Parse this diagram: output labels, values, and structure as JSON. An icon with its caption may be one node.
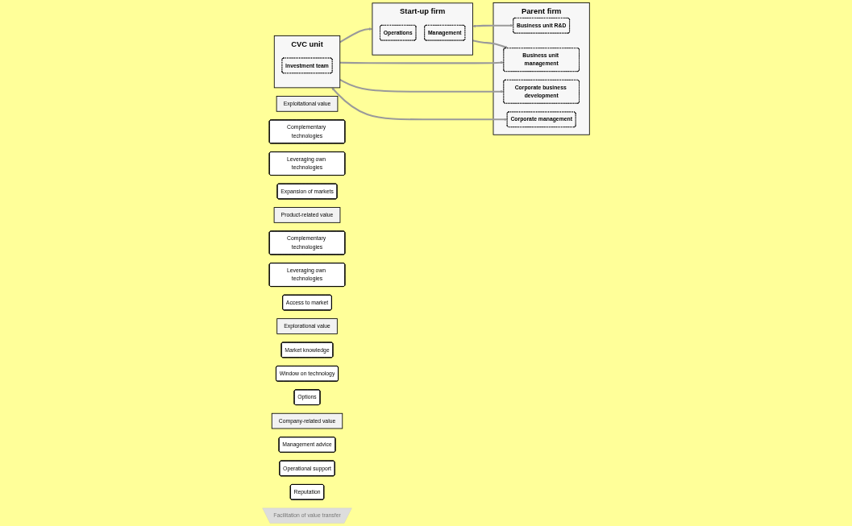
{
  "diagram": {
    "nodes": [
      {
        "text": [
          "Parent firm"
        ]
      },
      {
        "text": [
          "Business unit R&D"
        ],
        "in": 0
      },
      {
        "text": [
          "Business unit management"
        ],
        "in": 0
      },
      {
        "text": [
          "Corporate business development"
        ],
        "in": 0
      },
      {
        "text": [
          "Corporate management"
        ],
        "in": 0
      },
      {
        "text": [
          "Start-up firm"
        ]
      },
      {
        "text": [
          "Operations"
        ],
        "in": 5
      },
      {
        "text": [
          "Management"
        ],
        "in": 5
      },
      {
        "text": [
          "CVC unit"
        ]
      },
      {
        "text": [
          "Investment team"
        ],
        "in": 8
      },
      {
        "text": [
          "Exploitational value"
        ]
      },
      {
        "text": [
          "Complementary technologies"
        ]
      },
      {
        "text": [
          "Leveraging own technologies"
        ]
      },
      {
        "text": [
          "Expansion of markets"
        ]
      },
      {
        "text": [
          "Product-related value"
        ]
      },
      {
        "text": [
          "Complementary technologies"
        ]
      },
      {
        "text": [
          "Leveraging own technologies"
        ]
      },
      {
        "text": [
          "Access to market"
        ]
      },
      {
        "text": [
          "Explorational value"
        ]
      },
      {
        "text": [
          "Market knowledge"
        ]
      },
      {
        "text": [
          "Window on technology"
        ]
      },
      {
        "text": [
          "Options"
        ]
      },
      {
        "text": [
          "Company-related value"
        ]
      },
      {
        "text": [
          "Management advice"
        ]
      },
      {
        "text": [
          "Operational support"
        ]
      },
      {
        "text": [
          "Reputation"
        ]
      },
      {
        "text": [
          "Facilitation of value transfer"
        ]
      }
    ],
    "edges": [
      {
        "from": 5,
        "to": 1,
        "arrow": "both"
      },
      {
        "from": 5,
        "to": 2,
        "arrow": "to"
      },
      {
        "from": 8,
        "to": 2,
        "arrow": "to"
      },
      {
        "from": 8,
        "to": 3,
        "arrow": "to"
      },
      {
        "from": 8,
        "to": 4,
        "arrow": "both"
      },
      {
        "from": 8,
        "to": 5,
        "arrow": "to"
      }
    ]
  }
}
